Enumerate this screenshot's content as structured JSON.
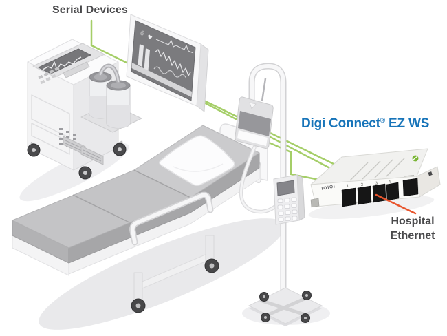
{
  "labels": {
    "serial_devices": "Serial Devices",
    "product_main": "Digi Connect",
    "product_reg": "®",
    "product_suffix": " EZ WS",
    "hospital_ethernet": "Hospital Ethernet"
  },
  "device": {
    "serial_label": "IOIOI",
    "port_numbers": [
      "1",
      "2",
      "3",
      "4"
    ]
  },
  "monitor": {
    "reading": "6"
  },
  "icons": {
    "heart": "♥"
  },
  "colors": {
    "serial_line_green": "#a5ce68",
    "ethernet_line_orange": "#e8542c",
    "brand_blue": "#1774b9",
    "label_gray": "#49494b"
  }
}
